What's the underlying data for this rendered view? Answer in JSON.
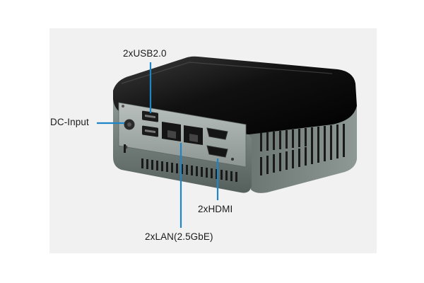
{
  "labels": {
    "usb": "2xUSB2.0",
    "dc": "DC-Input",
    "hdmi": "2xHDMI",
    "lan": "2xLAN(2.5GbE)"
  },
  "colors": {
    "background_panel": "#f1f1f1",
    "callout_line": "#1e86c8",
    "lid": "#0d0d0d",
    "chassis": "#6f7a77"
  }
}
